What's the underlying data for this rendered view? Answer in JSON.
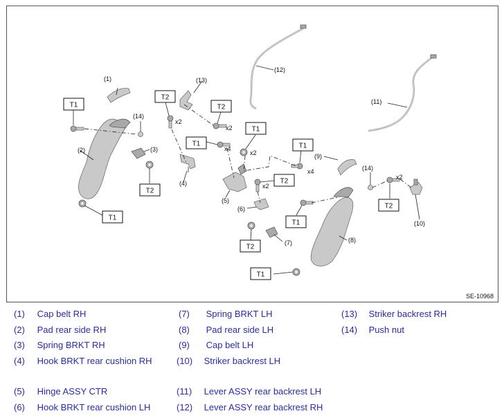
{
  "diagram": {
    "figure_code": "SE-10968",
    "callouts": {
      "c1": "(1)",
      "c2": "(2)",
      "c3": "(3)",
      "c4": "(4)",
      "c5": "(5)",
      "c6": "(6)",
      "c7": "(7)",
      "c8": "(8)",
      "c9": "(9)",
      "c10": "(10)",
      "c11": "(11)",
      "c12": "(12)",
      "c13": "(13)",
      "c14a": "(14)",
      "c14b": "(14)"
    },
    "torque_tags": {
      "t1": "T1",
      "t2": "T2"
    },
    "multipliers": {
      "x2": "x2",
      "x4": "x4"
    }
  },
  "legend": [
    {
      "num": "(1)",
      "name": "Cap belt RH"
    },
    {
      "num": "(2)",
      "name": "Pad rear side RH"
    },
    {
      "num": "(3)",
      "name": "Spring BRKT RH"
    },
    {
      "num": "(4)",
      "name": "Hook BRKT rear cushion RH"
    },
    {
      "num": "(5)",
      "name": "Hinge ASSY CTR"
    },
    {
      "num": "(6)",
      "name": "Hook BRKT rear cushion LH"
    },
    {
      "num": "(7)",
      "name": "Spring BRKT LH"
    },
    {
      "num": "(8)",
      "name": "Pad rear side LH"
    },
    {
      "num": "(9)",
      "name": "Cap belt LH"
    },
    {
      "num": "(10)",
      "name": "Striker backrest LH"
    },
    {
      "num": "(11)",
      "name": "Lever ASSY rear backrest LH"
    },
    {
      "num": "(12)",
      "name": "Lever ASSY rear backrest RH"
    },
    {
      "num": "(13)",
      "name": "Striker backrest RH"
    },
    {
      "num": "(14)",
      "name": "Push nut"
    }
  ]
}
